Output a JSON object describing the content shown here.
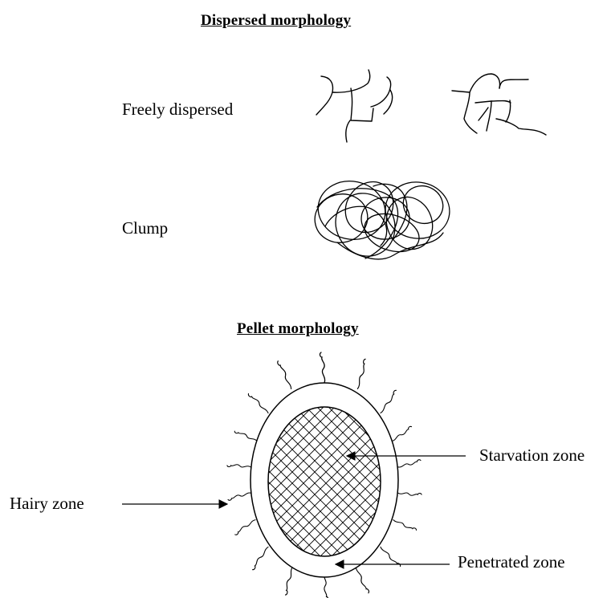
{
  "headings": {
    "dispersed": "Dispersed morphology",
    "pellet": "Pellet morphology"
  },
  "labels": {
    "freely_dispersed": "Freely dispersed",
    "clump": "Clump",
    "starvation_zone": "Starvation zone",
    "hairy_zone": "Hairy zone",
    "penetrated_zone": "Penetrated zone"
  },
  "colors": {
    "ink": "#000000",
    "background": "#ffffff"
  }
}
